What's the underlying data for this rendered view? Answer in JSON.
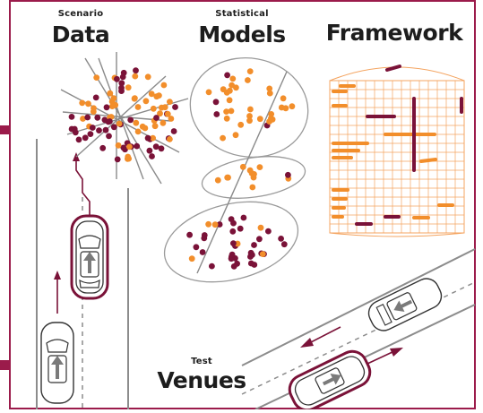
{
  "labels": {
    "scenario": "Scenario",
    "data": "Data",
    "statistical": "Statistical",
    "models": "Models",
    "framework": "Framework",
    "test": "Test",
    "venues": "Venues"
  },
  "colors": {
    "orange": "#F28E2B",
    "maroon": "#7A1238",
    "grid": "#F4A460",
    "frame": "#9B1B4B",
    "road": "#8c8c8c",
    "ink": "#1d1d1d"
  }
}
